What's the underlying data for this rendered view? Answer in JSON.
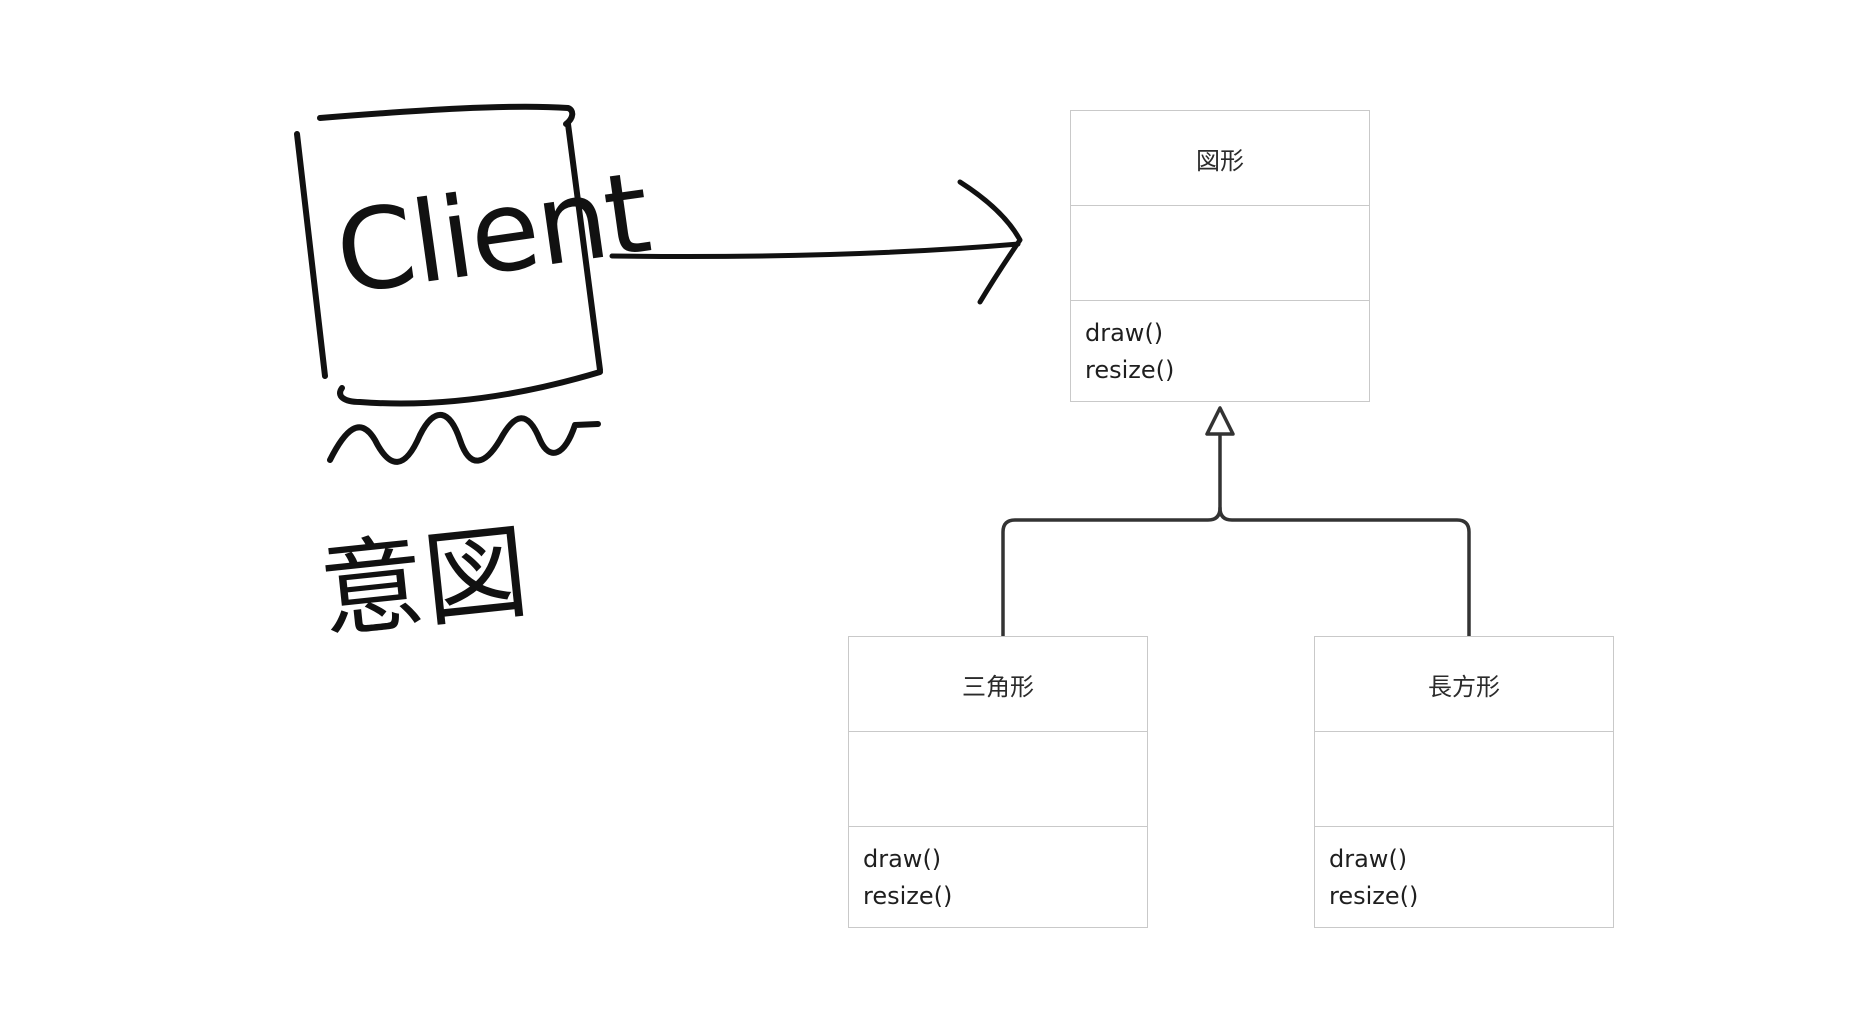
{
  "sketch": {
    "client_label": "Client",
    "note_label": "意図",
    "ink_color": "#111111"
  },
  "uml": {
    "line_color": "#333333",
    "border_color": "#c9c9c9",
    "parent": {
      "name": "図形",
      "methods": [
        "draw()",
        "resize()"
      ]
    },
    "children": [
      {
        "name": "三角形",
        "methods": [
          "draw()",
          "resize()"
        ]
      },
      {
        "name": "長方形",
        "methods": [
          "draw()",
          "resize()"
        ]
      }
    ]
  }
}
